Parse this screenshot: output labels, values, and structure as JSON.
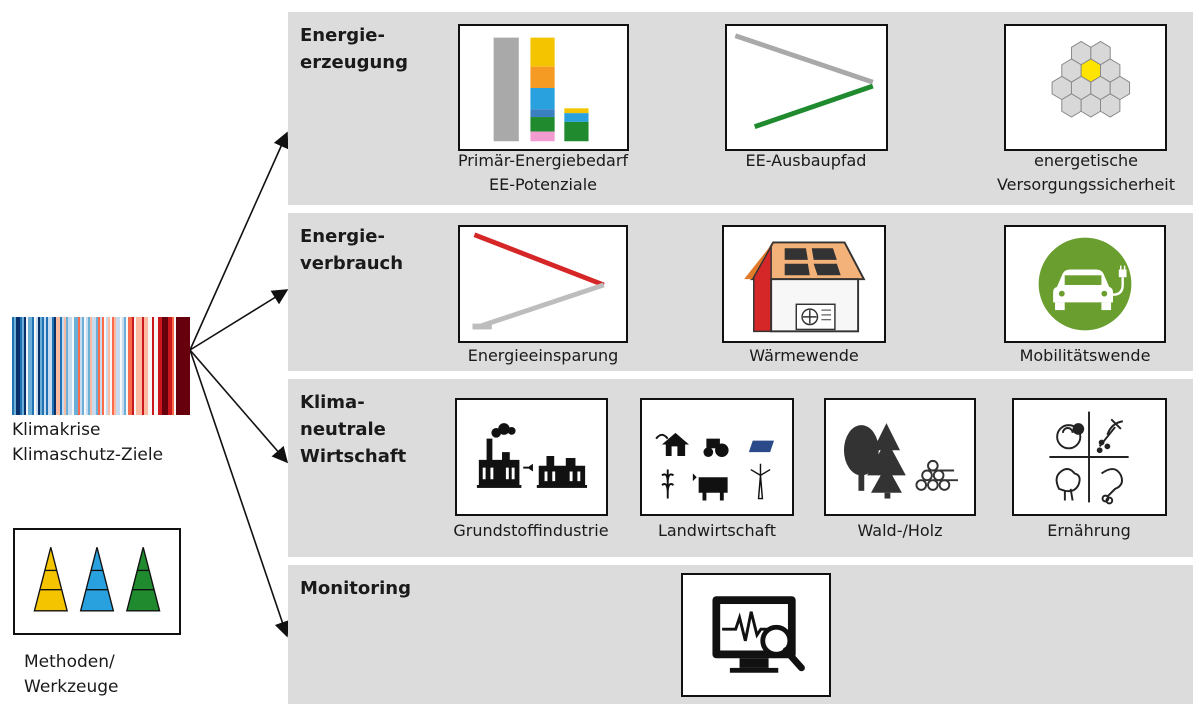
{
  "source": {
    "labels": [
      "Klimakrise",
      "Klimaschutz-Ziele"
    ]
  },
  "methods": {
    "labels": [
      "Methoden/",
      "Werkzeuge"
    ]
  },
  "colors": {
    "panel_bg": "#dcdcdc",
    "stripe_palette": [
      "#08306b",
      "#2171b5",
      "#6baed6",
      "#c6dbef",
      "#f7f7f7",
      "#fcbba1",
      "#fb6a4a",
      "#cb181d",
      "#67000d"
    ],
    "red": "#d62728",
    "green": "#1f8a2e",
    "yellow": "#f5c400",
    "blue": "#2aa1df"
  },
  "panels": [
    {
      "id": "energieerzeugung",
      "title": [
        "Energie-",
        "erzeugung"
      ],
      "items": [
        {
          "icon": "stacked-bar-chart-icon",
          "caption": [
            "Primär-Energiebedarf",
            "EE-Potenziale"
          ]
        },
        {
          "icon": "ee-pathway-lines-icon",
          "caption": [
            "EE-Ausbaupfad"
          ]
        },
        {
          "icon": "hexagon-cluster-icon",
          "caption": [
            "energetische",
            "Versorgungssicherheit"
          ]
        }
      ]
    },
    {
      "id": "energieverbrauch",
      "title": [
        "Energie-",
        "verbrauch"
      ],
      "items": [
        {
          "icon": "savings-lines-icon",
          "caption": [
            "Energieeinsparung"
          ]
        },
        {
          "icon": "solar-house-heatpump-icon",
          "caption": [
            "Wärmewende"
          ]
        },
        {
          "icon": "electric-car-icon",
          "caption": [
            "Mobilitätswende"
          ]
        }
      ]
    },
    {
      "id": "wirtschaft",
      "title": [
        "Klima-",
        "neutrale",
        "Wirtschaft"
      ],
      "items": [
        {
          "icon": "factory-transition-icon",
          "caption": [
            "Grundstoffindustrie"
          ]
        },
        {
          "icon": "agriculture-collage-icon",
          "caption": [
            "Landwirtschaft"
          ]
        },
        {
          "icon": "forest-wood-icon",
          "caption": [
            "Wald-/Holz"
          ]
        },
        {
          "icon": "food-groups-icon",
          "caption": [
            "Ernährung"
          ]
        }
      ]
    },
    {
      "id": "monitoring",
      "title": [
        "Monitoring"
      ],
      "items": [
        {
          "icon": "monitor-magnifier-icon",
          "caption": []
        }
      ]
    }
  ]
}
